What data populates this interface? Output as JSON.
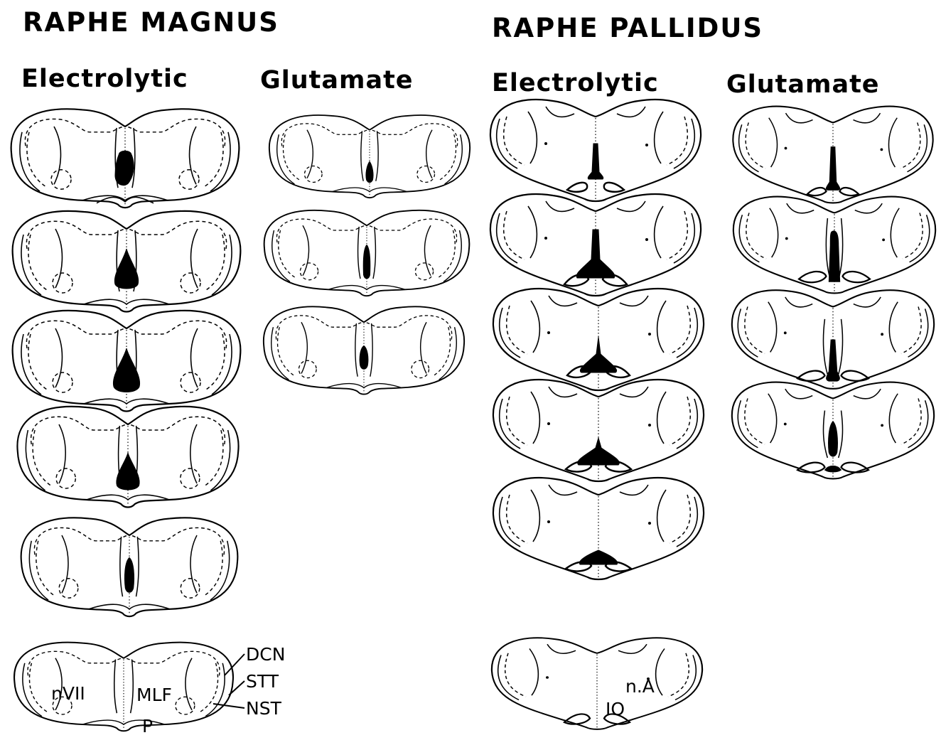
{
  "figure": {
    "groups": [
      {
        "title": "RAPHE MAGNUS",
        "columns": [
          {
            "label": "Electrolytic",
            "sections": 5,
            "lesion": "teardrop"
          },
          {
            "label": "Glutamate",
            "sections": 3,
            "lesion": "slim"
          }
        ]
      },
      {
        "title": "RAPHE PALLIDUS",
        "columns": [
          {
            "label": "Electrolytic",
            "sections": 5,
            "lesion": "ventral-spread"
          },
          {
            "label": "Glutamate",
            "sections": 4,
            "lesion": "midline"
          }
        ]
      }
    ],
    "reference_magnus": {
      "labels": [
        "DCN",
        "STT",
        "NST",
        "nVII",
        "MLF",
        "P"
      ]
    },
    "reference_pallidus": {
      "labels": [
        "IO",
        "n.A"
      ]
    }
  }
}
